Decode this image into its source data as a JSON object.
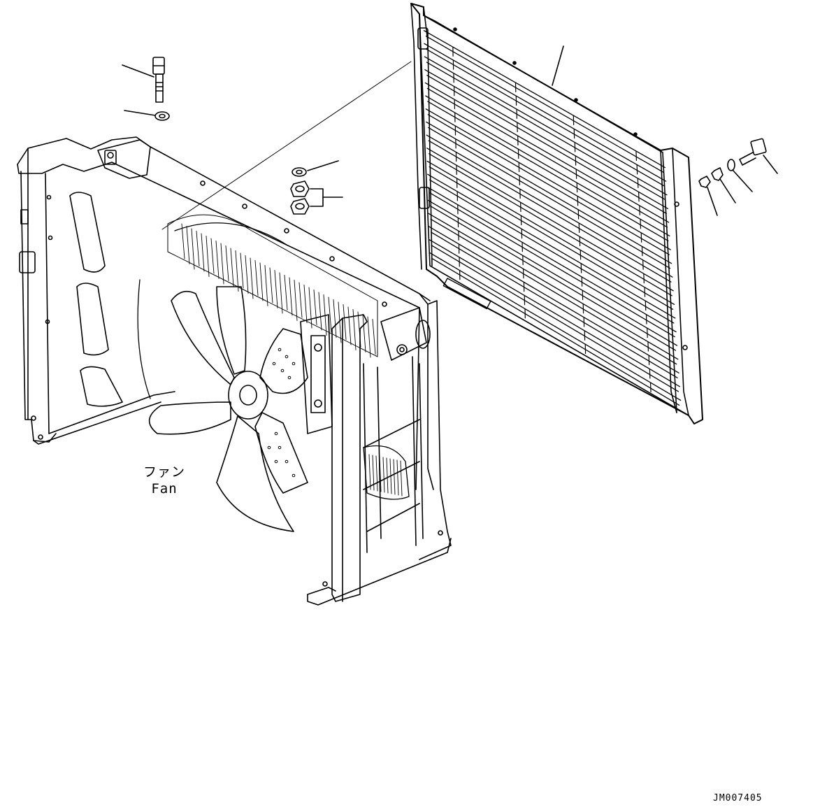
{
  "labels": {
    "fan_jp": "ファン",
    "fan_en": "Fan"
  },
  "drawing_id": "JM007405",
  "colors": {
    "line": "#000000",
    "background": "#ffffff"
  },
  "parts": [
    {
      "name": "grille",
      "icon": "radiator-grille"
    },
    {
      "name": "bolt-top",
      "icon": "bolt"
    },
    {
      "name": "washer-top",
      "icon": "washer"
    },
    {
      "name": "washer-mid",
      "icon": "washer"
    },
    {
      "name": "nut-pair",
      "icon": "nut"
    },
    {
      "name": "bolt-right",
      "icon": "bolt"
    },
    {
      "name": "washer-right",
      "icon": "washer"
    },
    {
      "name": "nut-right",
      "icon": "nut"
    },
    {
      "name": "fan",
      "icon": "fan"
    },
    {
      "name": "frame",
      "icon": "radiator-frame"
    }
  ]
}
